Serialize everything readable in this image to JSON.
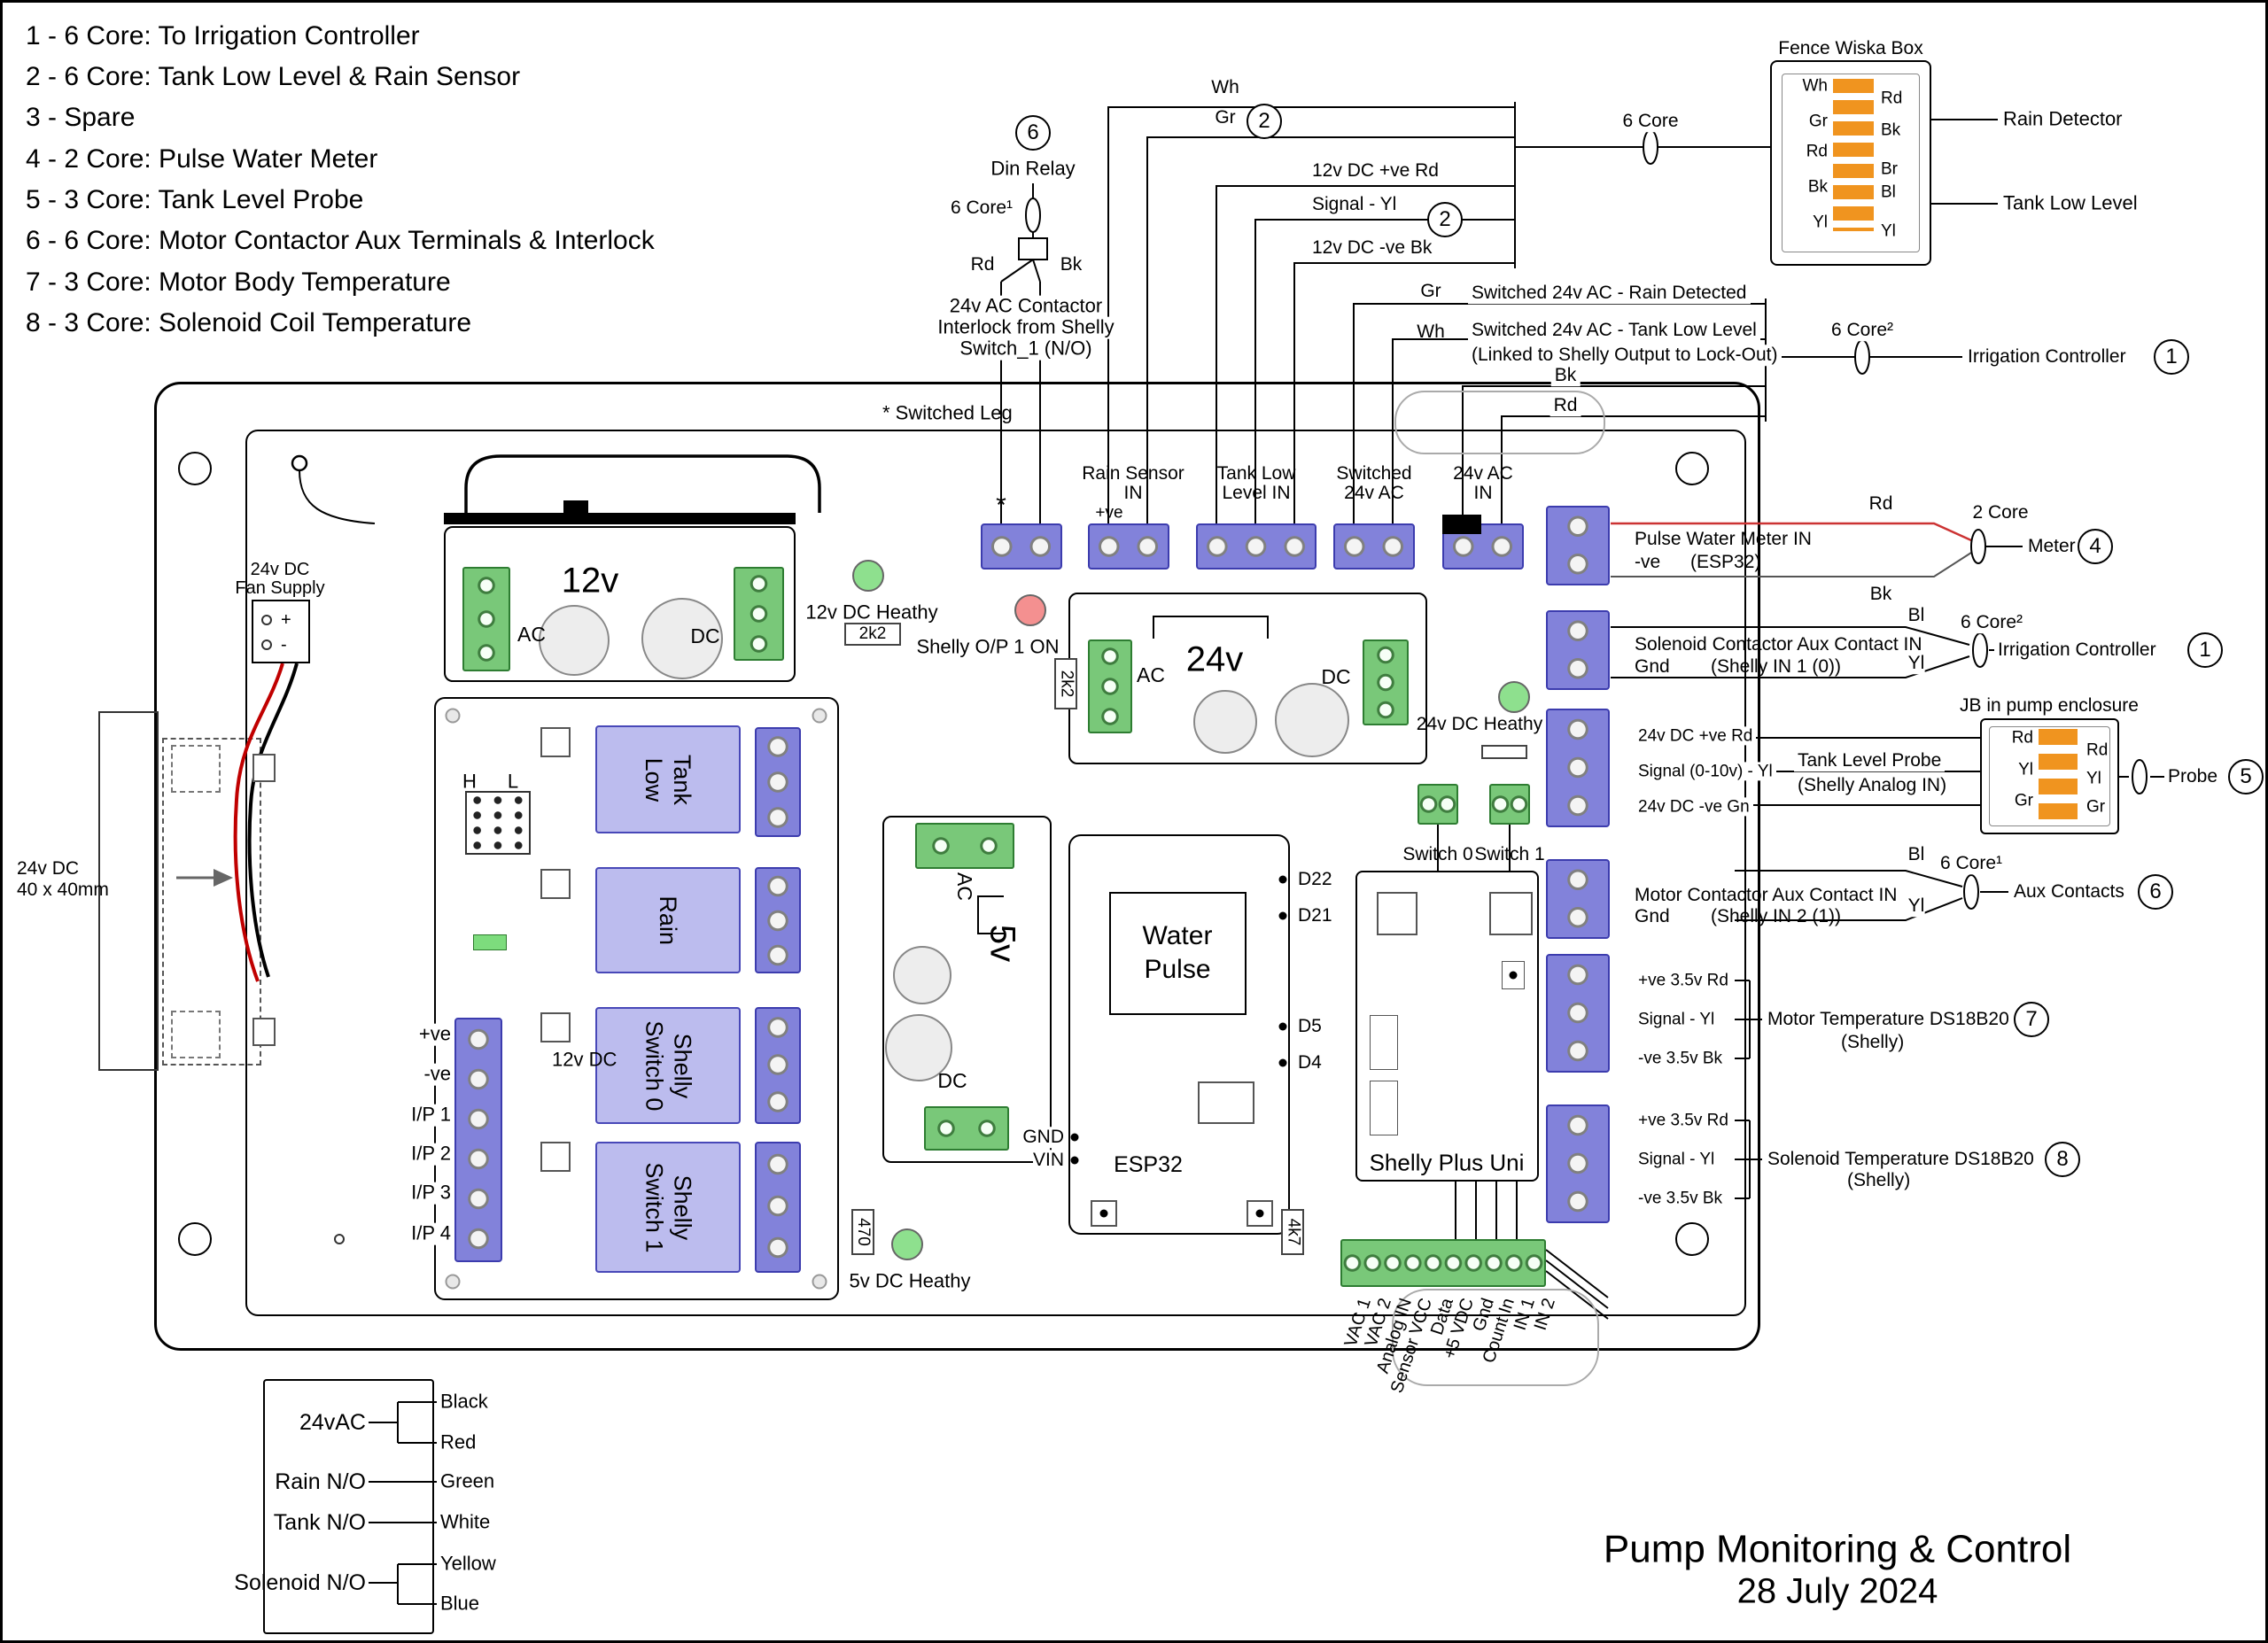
{
  "legend": {
    "lines": [
      "1 - 6 Core: To Irrigation Controller",
      "2 - 6 Core: Tank Low Level & Rain Sensor",
      "3 - Spare",
      "4 - 2 Core: Pulse Water Meter",
      "5 - 3 Core: Tank Level Probe",
      "6 - 6 Core: Motor Contactor Aux Terminals & Interlock",
      "7 - 3 Core: Motor Body Temperature",
      "8 - 3 Core: Solenoid Coil Temperature"
    ]
  },
  "wiska": {
    "title": "Fence Wiska Box",
    "cable": "6 Core",
    "left": [
      "Wh",
      "Gr",
      "Rd",
      "Bk",
      "Yl"
    ],
    "right": [
      "Rd",
      "Bk",
      "Br",
      "Bl",
      "Yl"
    ],
    "rain": "Rain Detector",
    "tank": "Tank Low Level"
  },
  "din": {
    "ref": "6",
    "label": "Din Relay",
    "cable": "6 Core¹",
    "rd": "Rd",
    "bk": "Bk"
  },
  "topwires": {
    "wh": "Wh",
    "gr": "Gr",
    "ref2a": "2",
    "rd": "12v DC +ve Rd",
    "yl": "Signal - Yl",
    "bk": "12v DC -ve Bk",
    "ref2b": "2"
  },
  "interlock": {
    "l1": "24v AC Contactor",
    "l2": "Interlock from Shelly",
    "l3": "Switch_1 (N/O)"
  },
  "switchedleg": "* Switched Leg",
  "switched": {
    "gr": "Gr",
    "wh": "Wh",
    "bk": "Bk",
    "rd": "Rd",
    "rain": "Switched 24v AC - Rain Detected",
    "tank": "Switched 24v AC - Tank Low Level",
    "tank2": "(Linked to Shelly Output to Lock-Out)",
    "cable": "6 Core²",
    "dest": "Irrigation Controller",
    "ref": "1"
  },
  "terms": {
    "star": "*",
    "pve": "+ve",
    "rain1": "Rain Sensor",
    "rain2": "IN",
    "tank1": "Tank Low",
    "tank2": "Level IN",
    "sw1": "Switched",
    "sw2": "24v AC",
    "ac1": "24v AC",
    "ac2": "IN"
  },
  "psu12": {
    "label": "12v",
    "ac": "AC",
    "dc": "DC"
  },
  "psu24": {
    "label": "24v",
    "ac": "AC",
    "dc": "DC"
  },
  "psu5": {
    "label": "5v",
    "ac": "AC",
    "dc": "DC"
  },
  "fansupply": {
    "l1": "24v DC",
    "l2": "Fan Supply",
    "plus": "+",
    "minus": "-"
  },
  "fan": {
    "l1": "24v DC",
    "l2": "40 x 40mm"
  },
  "leds": {
    "led12": "12v DC Heathy",
    "r12": "2k2",
    "shellyop": "Shelly O/P 1 ON",
    "rop": "2k2",
    "led24": "24v DC Heathy",
    "led5": "5v DC Heathy",
    "r470": "470",
    "r4k7": "4k7"
  },
  "relayboard": {
    "h": "H",
    "l": "L",
    "tank1": "Tank",
    "tank2": "Low",
    "rain": "Rain",
    "s01": "Shelly",
    "s02": "Switch 0",
    "s11": "Shelly",
    "s12": "Switch 1",
    "pve": "+ve",
    "nve": "-ve",
    "ip1": "I/P 1",
    "ip2": "I/P 2",
    "ip3": "I/P 3",
    "ip4": "I/P 4",
    "v12": "12v DC"
  },
  "esp": {
    "w": "Water",
    "p": "Pulse",
    "d22": "D22",
    "d21": "D21",
    "d5": "D5",
    "d4": "D4",
    "gnd": "GND",
    "vin": "VIN",
    "name": "ESP32"
  },
  "shelly": {
    "name": "Shelly Plus Uni",
    "sw0": "Switch 0",
    "sw1": "Switch 1"
  },
  "strip": {
    "labels": [
      "VAC 1",
      "VAC 2",
      "Analog IN",
      "Sensor VCC",
      "Data",
      "+5 VDC",
      "Gnd",
      "Count In",
      "IN 1",
      "IN 2"
    ]
  },
  "io": {
    "pulse": {
      "t1": "Pulse Water Meter IN",
      "neg": "-ve",
      "t2": "(ESP32)"
    },
    "solaux": {
      "t1": "Solenoid Contactor Aux Contact IN",
      "gnd": "Gnd",
      "t2": "(Shelly IN 1 (0))"
    },
    "probe": {
      "a": "24v DC +ve Rd",
      "b": "Signal  (0-10v) - Yl",
      "c": "24v DC -ve Gn",
      "t1": "Tank Level Probe",
      "t2": "(Shelly Analog IN)"
    },
    "motoraux": {
      "t1": "Motor Contactor Aux Contact IN",
      "gnd": "Gnd",
      "t2": "(Shelly IN 2 (1))"
    },
    "motortemp": {
      "a": "+ve 3.5v  Rd",
      "b": "Signal - Yl",
      "c": "-ve 3.5v Bk",
      "t1": "Motor Temperature DS18B20",
      "t2": "(Shelly)",
      "ref": "7"
    },
    "soltemp": {
      "a": "+ve 3.5v Rd",
      "b": "Signal - Yl",
      "c": "-ve 3.5v Bk",
      "t1": "Solenoid Temperature DS18B20",
      "t2": "(Shelly)",
      "ref": "8"
    }
  },
  "conns": {
    "meter": {
      "rd": "Rd",
      "bk": "Bk",
      "cable": "2 Core",
      "label": "Meter",
      "ref": "4"
    },
    "irr": {
      "bl": "Bl",
      "yl": "Yl",
      "cable": "6 Core²",
      "label": "Irrigation Controller",
      "ref": "1"
    },
    "jb": {
      "title": "JB in pump enclosure",
      "left": [
        "Rd",
        "Yl",
        "Gr"
      ],
      "right": [
        "Rd",
        "Yl",
        "Gr"
      ],
      "label": "Probe",
      "ref": "5"
    },
    "aux": {
      "bl": "Bl",
      "yl": "Yl",
      "cable": "6 Core¹",
      "label": "Aux Contacts",
      "ref": "6"
    }
  },
  "bottomlegend": {
    "v24": "24vAC",
    "rain": "Rain N/O",
    "tank": "Tank N/O",
    "sol": "Solenoid N/O",
    "colors": [
      "Black",
      "Red",
      "Green",
      "White",
      "Yellow",
      "Blue"
    ]
  },
  "titleblock": {
    "l1": "Pump Monitoring & Control",
    "l2": "28 July 2024"
  }
}
